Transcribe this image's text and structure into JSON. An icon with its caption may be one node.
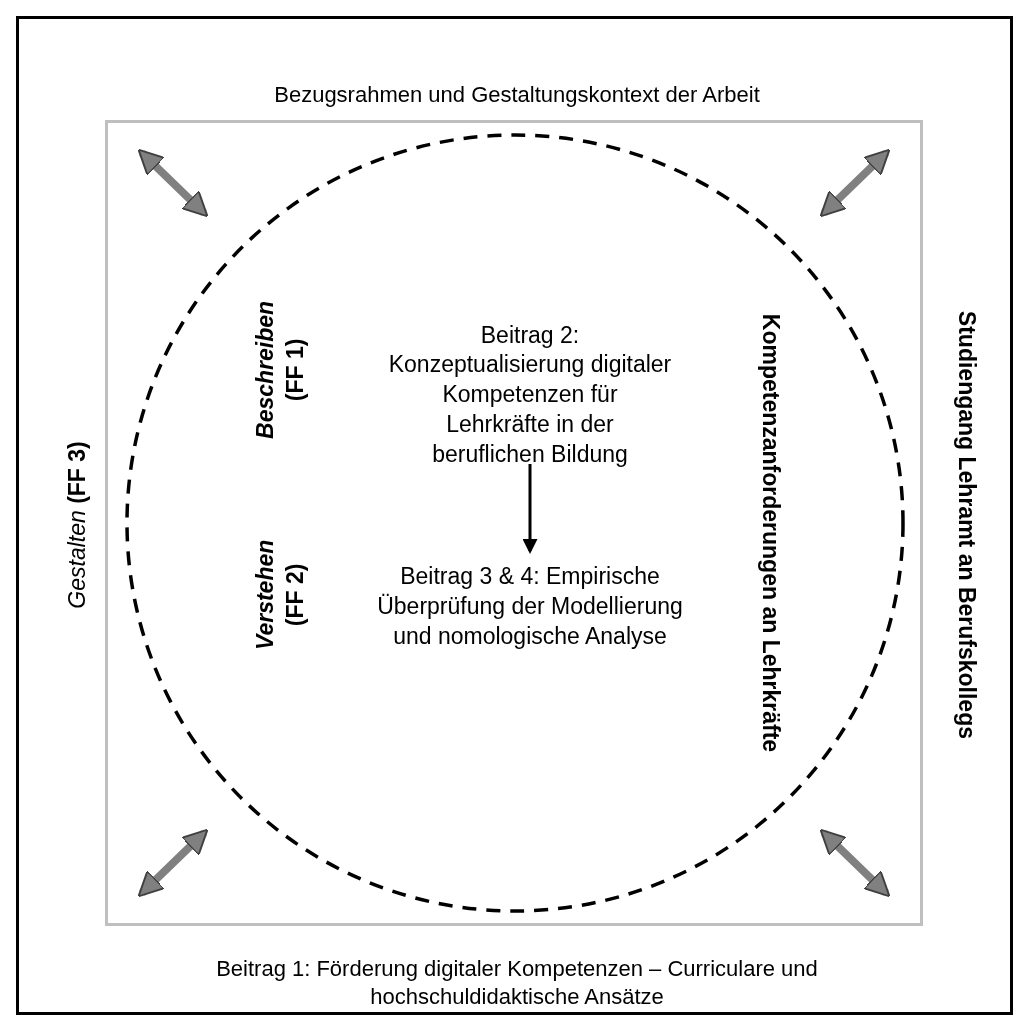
{
  "diagram": {
    "nodes": [
      {
        "text": [
          "Bezugsrahmen und Gestaltungskontext der Arbeit",
          "Beitrag 1: Förderung digitaler Kompetenzen – Curriculare und hochschuldidaktische Ansätze",
          "*Gestalten* **(FF 3)**",
          "Studiengang Lehramt an Berufskollegs"
        ]
      },
      {
        "text": [
          "Kompetenzanforderungen an Lehrkräfte"
        ],
        "in": 0
      },
      {
        "text": [
          "Beitrag 2: Konzeptualisierung digitaler Kompetenzen für Lehrkräfte in der beruflichen Bildung"
        ],
        "in": 1,
        "beside": [
          "*Beschreiben* (FF 1)"
        ]
      },
      {
        "text": [
          "Beitrag 3 & 4: Empirische Überprüfung der Modellierung und nomologische Analyse"
        ],
        "in": 1,
        "beside": [
          "*Verstehen* (FF 2)"
        ]
      }
    ],
    "edges": [
      {
        "from": 2,
        "to": 3,
        "arrow": "to",
        "color": "#000000"
      },
      {
        "from": 0,
        "to": 1,
        "arrow": "both"
      },
      {
        "from": 0,
        "to": 1,
        "arrow": "both"
      },
      {
        "from": 0,
        "to": 1,
        "arrow": "both"
      },
      {
        "from": 0,
        "to": 1,
        "arrow": "both"
      }
    ]
  }
}
